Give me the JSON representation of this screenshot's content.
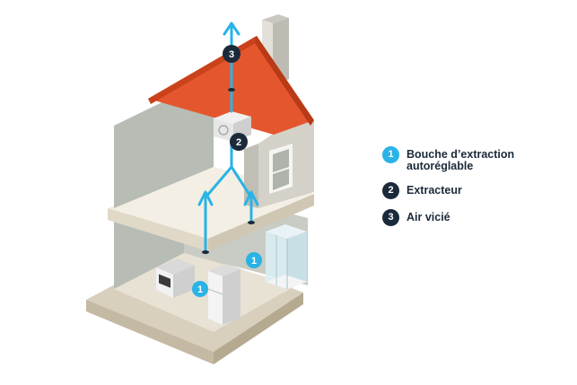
{
  "legend": {
    "items": [
      {
        "number": "1",
        "label": "Bouche d’extraction autoréglable",
        "badge_color": "#29b3e6"
      },
      {
        "number": "2",
        "label": "Extracteur",
        "badge_color": "#1b2a3a"
      },
      {
        "number": "3",
        "label": "Air vicié",
        "badge_color": "#1b2a3a"
      }
    ]
  },
  "diagram": {
    "markers": {
      "vent_left": "1",
      "vent_right": "1",
      "extractor": "2",
      "exhaust": "3"
    }
  },
  "colors": {
    "airflow": "#29b3e6",
    "roof": "#e4572e",
    "dark_badge": "#1b2a3a",
    "light_badge": "#29b3e6"
  }
}
